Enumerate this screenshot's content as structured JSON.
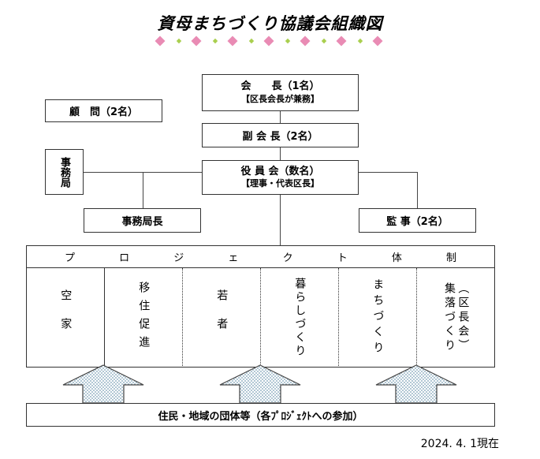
{
  "title": "資母まちづくり協議会組織図",
  "chairman": {
    "label": "会　　長（1名）",
    "note": "【区長会長が兼務】"
  },
  "advisor": "顧　問（2名）",
  "vice_chairman": "副 会 長（2名）",
  "secretariat": "事務局",
  "officers": {
    "label": "役 員 会（数名）",
    "note": "【理事・代表区長】"
  },
  "secretariat_head": "事務局長",
  "auditor": "監 事（2名）",
  "project_chars": [
    "プ",
    "ロ",
    "ジ",
    "ェ",
    "ク",
    "ト",
    "体",
    "制"
  ],
  "projects": [
    "空家",
    "移住促進",
    "若者",
    "暮らしづくり",
    "まちづくり",
    "集落づくり",
    "︵区長会︶"
  ],
  "residents": "住民・地域の団体等（各ﾌﾟﾛｼﾞｪｸﾄへの参加）",
  "date": "2024. 4. 1現在",
  "colors": {
    "arrow_fill": "#d8e6ee",
    "diamond_pink": "#e98bb4",
    "diamond_green": "#a9cf4f",
    "line": "#444444"
  }
}
